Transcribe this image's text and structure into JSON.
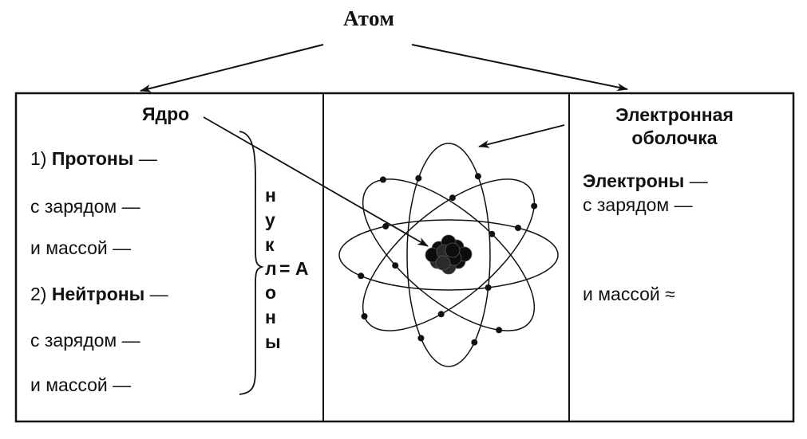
{
  "title": "Атом",
  "nucleus": {
    "heading": "Ядро",
    "protons": {
      "number": "1)",
      "name": "Протоны",
      "dash": "—"
    },
    "proton_charge": "с зарядом —",
    "proton_mass": "и массой —",
    "neutrons": {
      "number": "2)",
      "name": "Нейтроны",
      "dash": "—"
    },
    "neutron_charge": "с зарядом —",
    "neutron_mass": "и массой —"
  },
  "nucleons": {
    "letters": [
      "н",
      "у",
      "к",
      "л",
      "о",
      "н",
      "ы"
    ],
    "equation": "= А"
  },
  "shell": {
    "heading_line1": "Электронная",
    "heading_line2": "оболочка",
    "electrons": {
      "name": "Электроны",
      "dash": "—"
    },
    "electron_charge": "с зарядом —",
    "electron_mass": "и массой ≈"
  }
}
